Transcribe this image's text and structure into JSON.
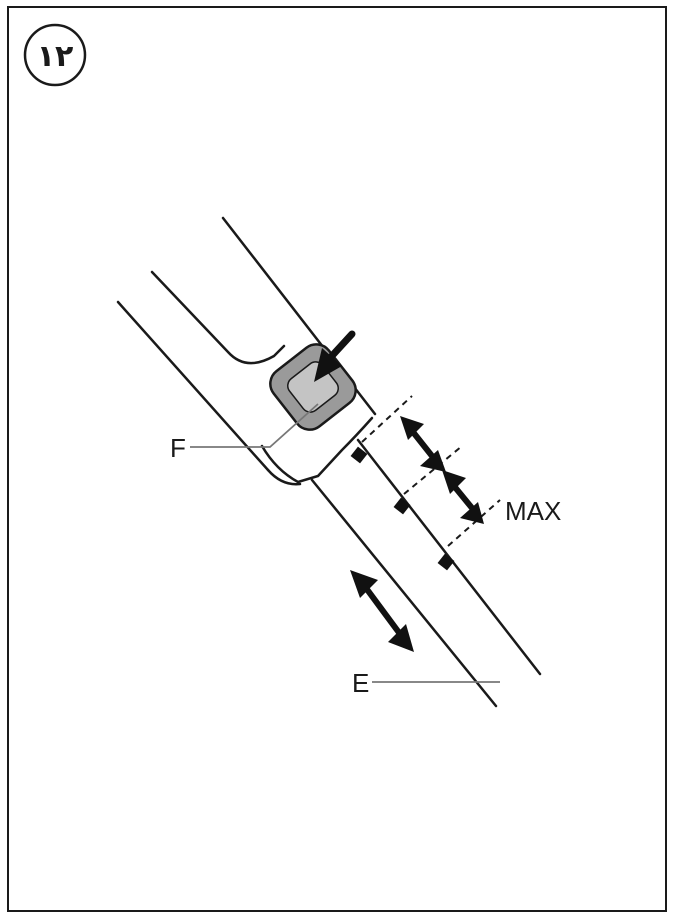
{
  "step_number": "۱۲",
  "labels": {
    "f": "F",
    "e": "E",
    "max": "MAX"
  },
  "colors": {
    "stroke": "#1a1a1a",
    "button_outer": "#9a9a9a",
    "button_inner": "#c4c4c4",
    "marker": "#111111",
    "leader": "#777777"
  }
}
